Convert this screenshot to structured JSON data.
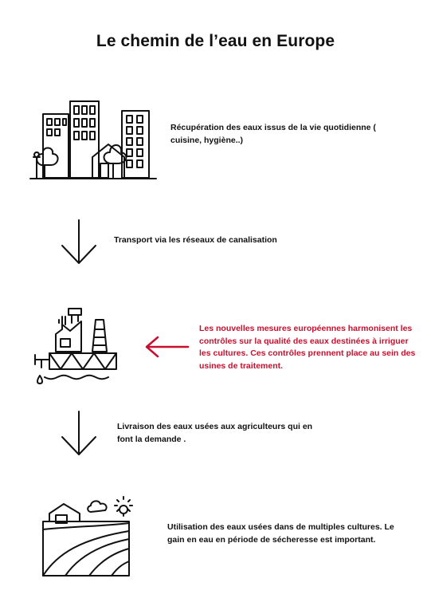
{
  "title": "Le chemin de l’eau en Europe",
  "steps": {
    "collection": "Récupération des eaux issus de la vie quotidienne ( cuisine, hygiène..)",
    "transport": "Transport via les réseaux de canalisation",
    "treatment_note": "Les nouvelles mesures européennes harmonisent les contrôles sur la qualité des eaux destinées à irriguer les cultures. Ces contrôles prennent place au sein des usines de traitement.",
    "delivery": "Livraison des eaux usées aux agriculteurs qui en font la demande .",
    "usage": "Utilisation des eaux usées dans de multiples cultures. Le gain en eau en période de sécheresse est important."
  },
  "colors": {
    "accent": "#c8102e",
    "ink": "#111111"
  },
  "icons": [
    "city-icon",
    "arrow-down-icon",
    "treatment-plant-icon",
    "arrow-left-icon",
    "arrow-down-icon",
    "farm-field-icon"
  ]
}
